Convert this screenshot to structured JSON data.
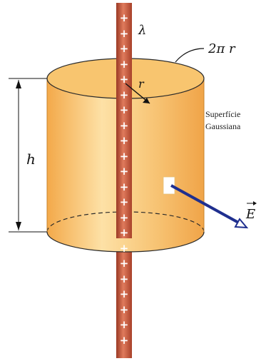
{
  "labels": {
    "lambda": "λ",
    "circumference": "2π r",
    "radius": "r",
    "height": "h",
    "surface_line1": "Superfície",
    "surface_line2": "Gaussiana",
    "field_symbol": "E"
  },
  "rod_charges": "+",
  "colors": {
    "cylinder_side": "#f6b85a",
    "cylinder_side_light": "#fde1a6",
    "cylinder_top": "#f8c56f",
    "rod": "#c9553a",
    "rod_dark": "#9b3a25",
    "field_vector": "#1f2f8f",
    "patch": "#ffffff"
  }
}
